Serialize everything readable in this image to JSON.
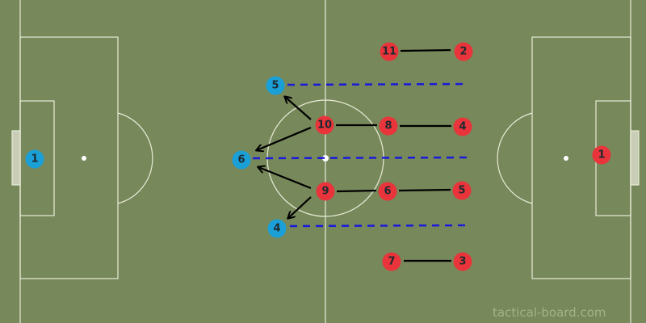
{
  "watermark": "tactical-board.com",
  "colors": {
    "pitch": "#77885a",
    "lines": "#e8ecd8",
    "home": "#e8343a",
    "away": "#1a9fd6",
    "dashed": "#1a1adb",
    "arrows": "#000000"
  },
  "blue_team": {
    "players": [
      "1",
      "5",
      "6",
      "4"
    ]
  },
  "red_team": {
    "players": [
      "11",
      "2",
      "10",
      "8",
      "4",
      "9",
      "6",
      "5",
      "7",
      "3",
      "1"
    ]
  }
}
